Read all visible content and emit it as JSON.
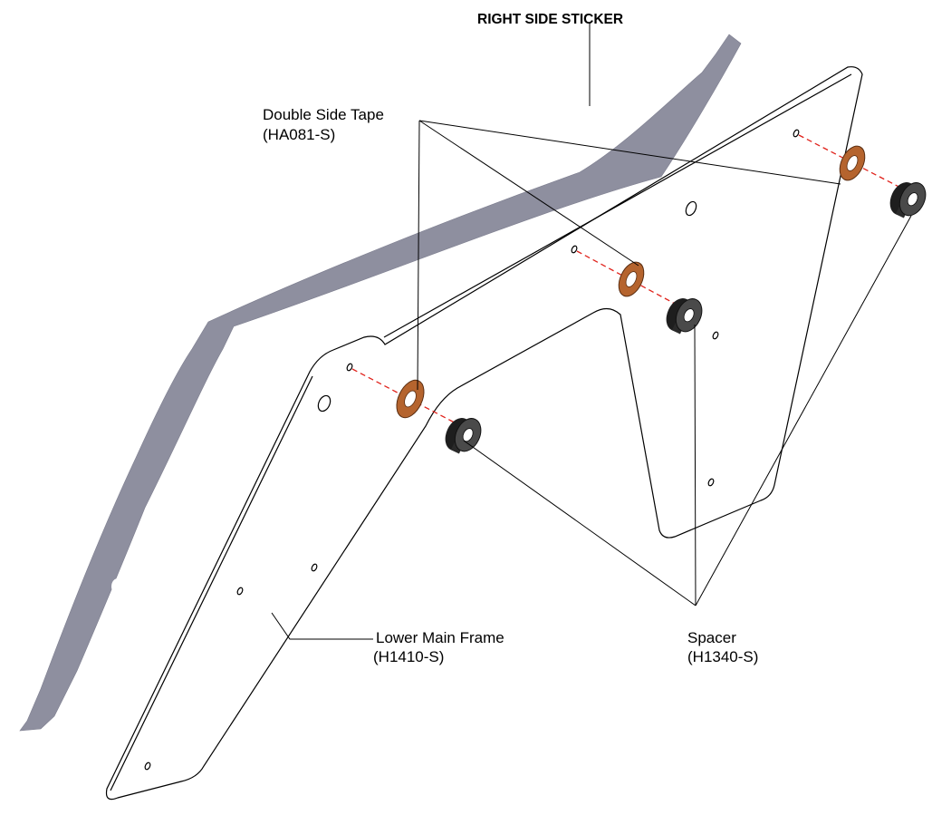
{
  "labels": {
    "sticker": {
      "name": "RIGHT SIDE STICKER"
    },
    "tape": {
      "name": "Double Side Tape",
      "part": "(HA081-S)"
    },
    "frame": {
      "name": "Lower Main Frame",
      "part": "(H1410-S)"
    },
    "spacer": {
      "name": "Spacer",
      "part": "(H1340-S)"
    }
  },
  "colors": {
    "sticker": "#8e8f9f",
    "tape": "#b5642e",
    "spacer": "#3a3a3a",
    "centerline": "#e0221b",
    "line": "#000000"
  }
}
